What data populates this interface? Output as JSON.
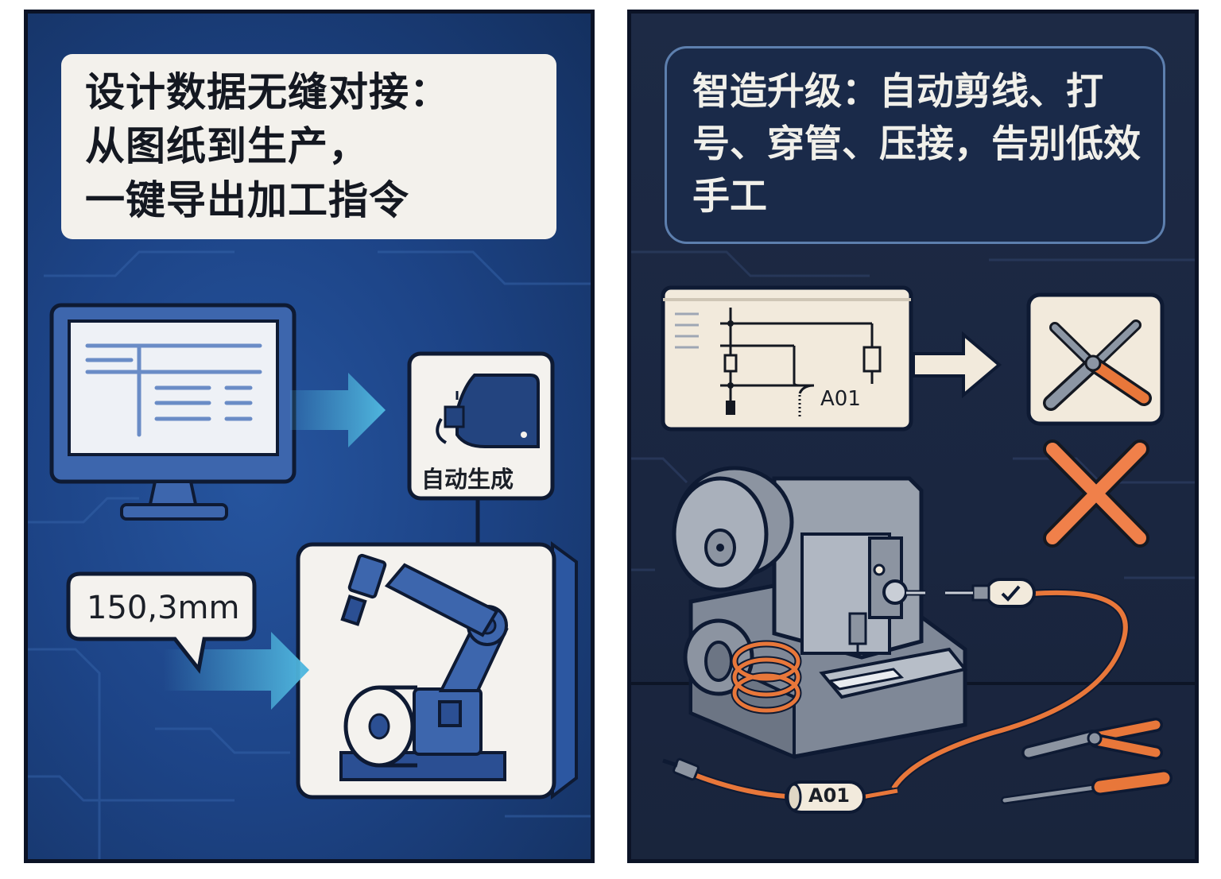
{
  "left_panel": {
    "title_lines": [
      "设计数据无缝对接：",
      "从图纸到生产，",
      "一键导出加工指令"
    ],
    "auto_generate_label": "自动生成",
    "dimension_bubble": "150,3mm",
    "colors": {
      "background": "#1d4487",
      "card": "#f3f1ec",
      "accent": "#4fb6de",
      "machine_blue": "#3d63a8"
    }
  },
  "right_panel": {
    "title_lines": [
      "智造升级：自动剪线、打",
      "号、穿管、压接，告别低效",
      "手工"
    ],
    "schematic_wire_label": "A01",
    "sleeve_label": "A01",
    "colors": {
      "background": "#1a2640",
      "card": "#f2eadc",
      "wire": "#e8773a",
      "cross": "#f0804a",
      "machine_gray": "#9aa2ae"
    }
  }
}
